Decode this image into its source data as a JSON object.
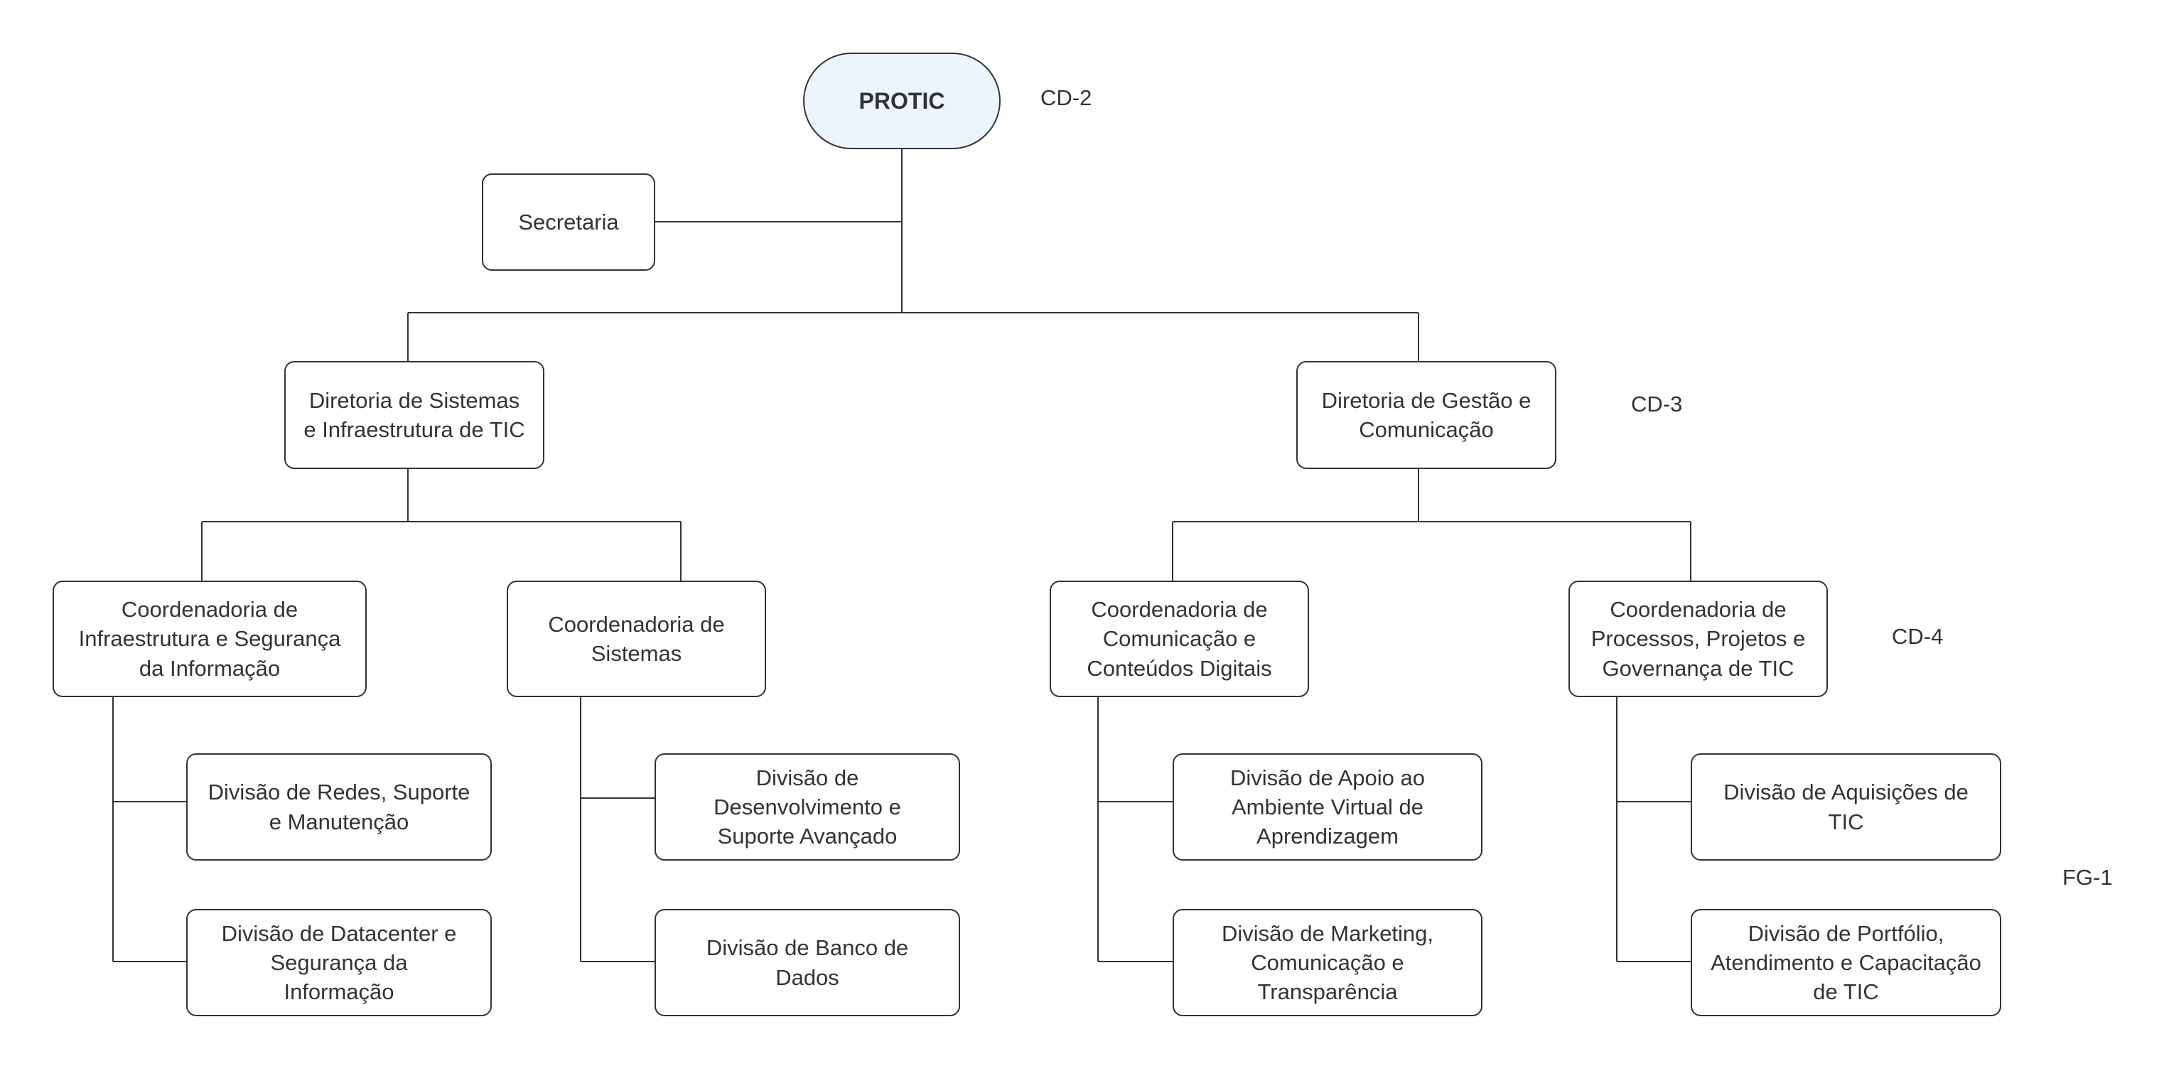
{
  "nodes": {
    "protic": [
      "PROTIC"
    ],
    "secretaria": [
      "Secretaria"
    ],
    "dir_sistemas": [
      "Diretoria de Sistemas",
      "e Infraestrutura de TIC"
    ],
    "dir_gestao": [
      "Diretoria de Gestão e",
      "Comunicação"
    ],
    "coord_infra": [
      "Coordenadoria de",
      "Infraestrutura e Segurança",
      "da Informação"
    ],
    "coord_sistemas": [
      "Coordenadoria de",
      "Sistemas"
    ],
    "coord_comunicacao": [
      "Coordenadoria de",
      "Comunicação e",
      "Conteúdos Digitais"
    ],
    "coord_processos": [
      "Coordenadoria de",
      "Processos, Projetos e",
      "Governança de TIC"
    ],
    "div_redes": [
      "Divisão de Redes, Suporte",
      "e Manutenção"
    ],
    "div_datacenter": [
      "Divisão de Datacenter e",
      "Segurança da",
      "Informação"
    ],
    "div_desenvolvimento": [
      "Divisão de",
      "Desenvolvimento e",
      "Suporte Avançado"
    ],
    "div_banco": [
      "Divisão de Banco de",
      "Dados"
    ],
    "div_apoio": [
      "Divisão de Apoio ao",
      "Ambiente Virtual de",
      "Aprendizagem"
    ],
    "div_marketing": [
      "Divisão de Marketing,",
      "Comunicação e",
      "Transparência"
    ],
    "div_aquisicoes": [
      "Divisão de Aquisições de",
      "TIC"
    ],
    "div_portfolio": [
      "Divisão de Portfólio,",
      "Atendimento e Capacitação",
      "de TIC"
    ]
  },
  "levels": {
    "cd2": "CD-2",
    "cd3": "CD-3",
    "cd4": "CD-4",
    "fg1": "FG-1"
  },
  "colors": {
    "line": "#333333",
    "root_fill": "#ecf4fd"
  }
}
